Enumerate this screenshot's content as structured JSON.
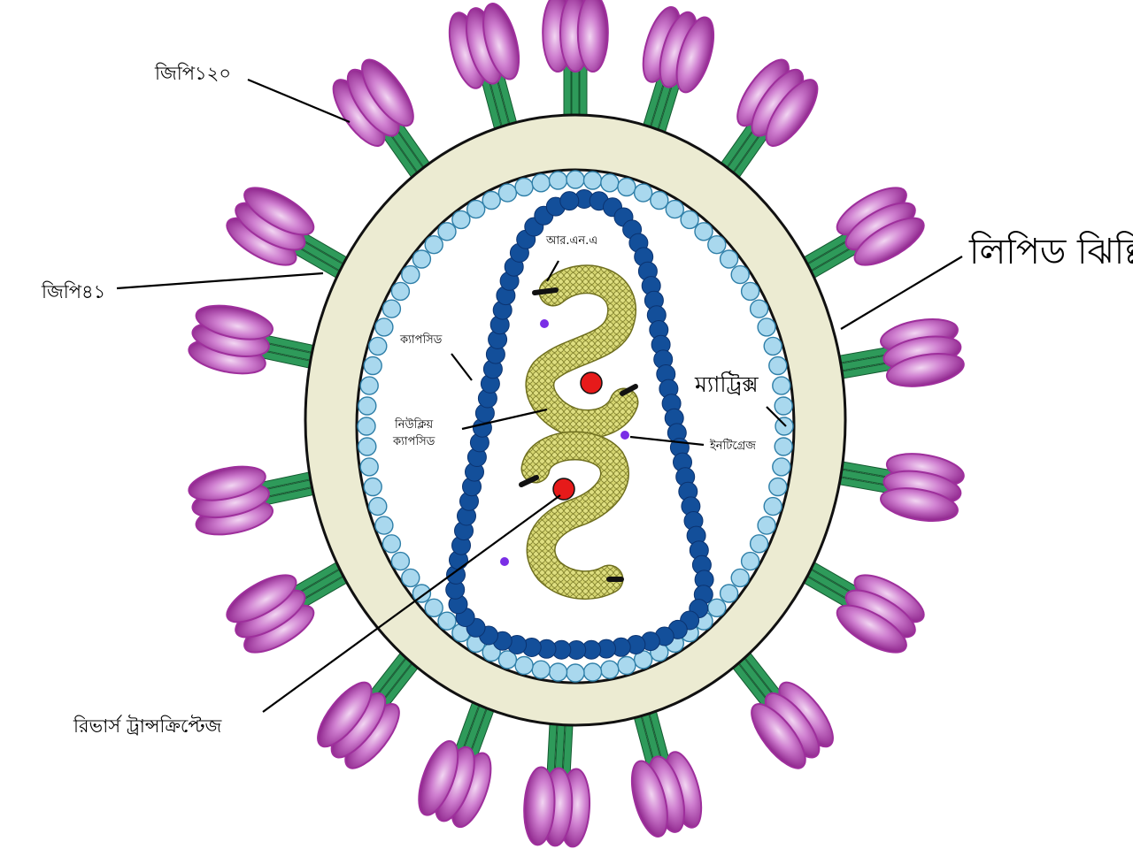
{
  "labels": {
    "gp120": "জিপি১২০",
    "gp41": "জিপি৪১",
    "lipid_membrane": "লিপিড ঝিল্লি",
    "rna": "আর.এন.এ",
    "capsid": "ক্যাপসিড",
    "matrix": "ম্যাট্রিক্স",
    "nucleocapsid_line1": "নিউক্লিয়",
    "nucleocapsid_line2": "ক্যাপসিড",
    "integrase": "ইনটিগ্রেজ",
    "reverse_transcriptase": "রিভার্স ট্রান্সক্রিপ্টেজ"
  },
  "colors": {
    "envelope_fill": "#ecebd2",
    "membrane_stroke": "#111111",
    "matrix_bead": "#a9d8ee",
    "matrix_bead_stroke": "#2f7fa8",
    "capsid_bead": "#134f9a",
    "capsid_bead_stroke": "#0b3370",
    "rna_fill": "#d4d470",
    "rna_stroke": "#6f6f1e",
    "spike_stem": "#2e9a5a",
    "spike_stem_stroke": "#145a30",
    "spike_head": "#9e2f9c",
    "spike_head_light": "#f2d6f2",
    "reverse_transcriptase": "#e61a1a",
    "integrase": "#7a2ee6"
  },
  "icons": {
    "spike": "glycoprotein-spike-icon",
    "reverse_transcriptase": "reverse-transcriptase-dot-icon",
    "integrase": "integrase-dot-icon"
  }
}
